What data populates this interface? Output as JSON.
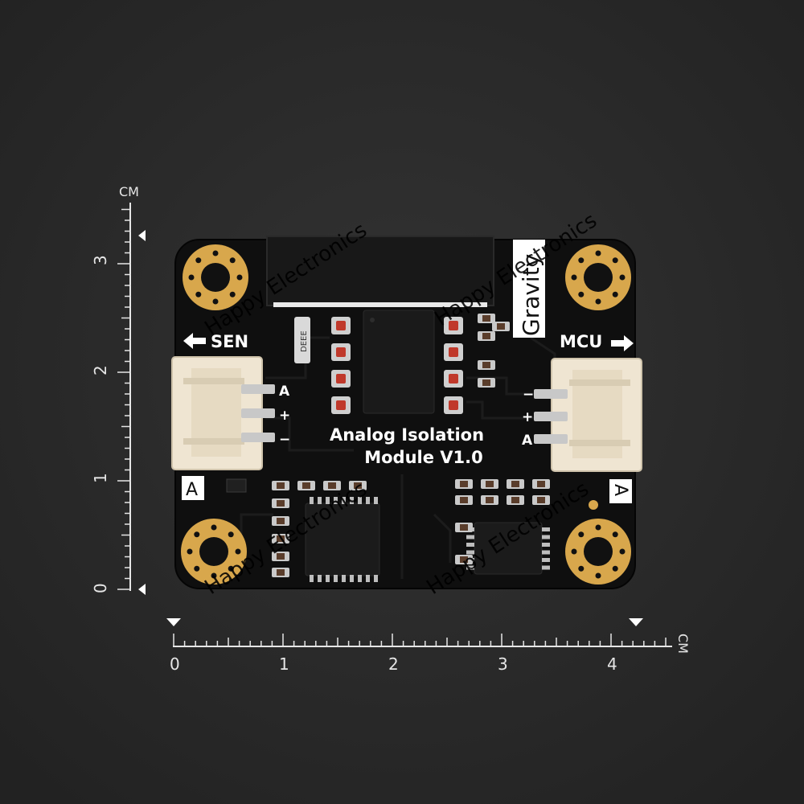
{
  "ruler_vertical": {
    "unit": "CM",
    "labels": [
      "3",
      "2",
      "1",
      "0"
    ]
  },
  "ruler_horizontal": {
    "unit": "CM",
    "labels": [
      "0",
      "1",
      "2",
      "3",
      "4"
    ]
  },
  "board": {
    "title_line1": "Analog Isolation",
    "title_line2": "Module V1.0",
    "brand": "Gravity",
    "left_port_label": "SEN",
    "right_port_label": "MCU",
    "left_pins": [
      "A",
      "+",
      "−"
    ],
    "right_pins": [
      "−",
      "+",
      "A"
    ],
    "left_type_badge": "A",
    "right_type_badge": "A",
    "chip_marking": "DEEE",
    "colors": {
      "pcb": "#101010",
      "gold_pad": "#d8a74c",
      "connector": "#efe5d2",
      "silkscreen": "#ffffff"
    }
  },
  "watermarks": [
    "Happy Electronics",
    "Happy Electronics",
    "Happy Electronics",
    "Happy Electronics"
  ]
}
